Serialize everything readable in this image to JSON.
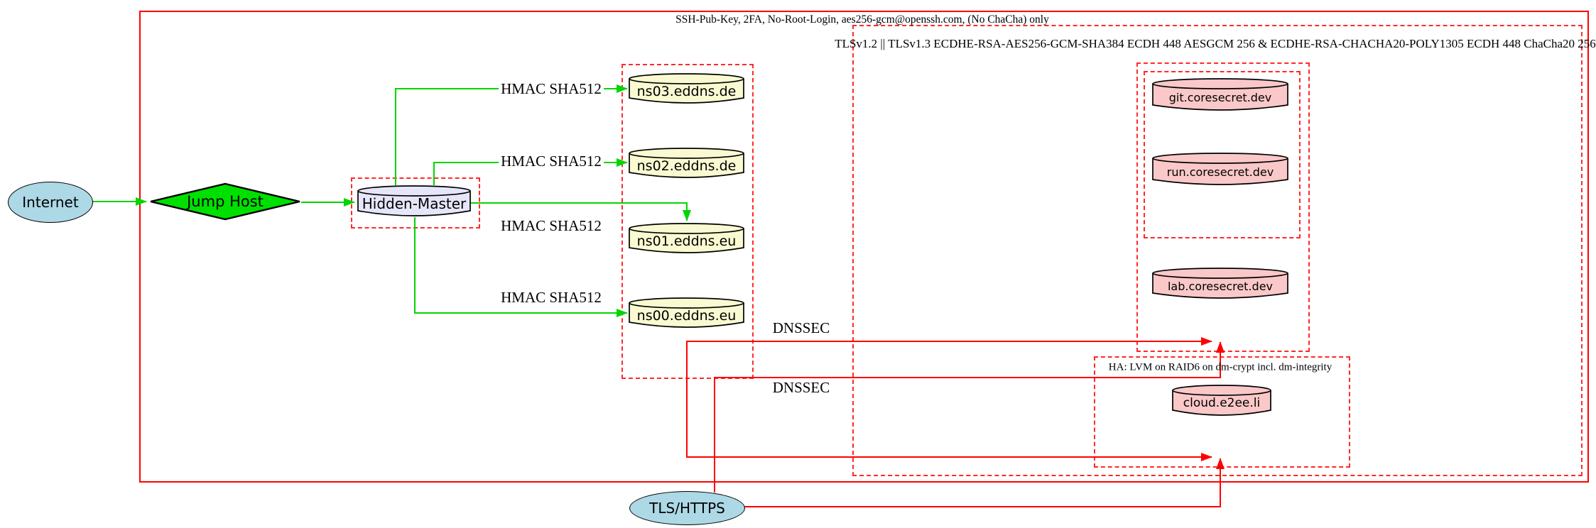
{
  "clusters": {
    "ssh": {
      "label": "SSH-Pub-Key, 2FA, No-Root-Login, aes256-gcm@openssh.com, (No ChaCha) only"
    },
    "tls": {
      "label": "TLSv1.2 || TLSv1.3 ECDHE-RSA-AES256-GCM-SHA384 ECDH 448 AESGCM 256 & ECDHE-RSA-CHACHA20-POLY1305 ECDH 448 ChaCha20 256"
    },
    "ha": {
      "label": "HA: LVM on RAID6 on dm-crypt incl. dm-integrity"
    }
  },
  "nodes": {
    "internet": {
      "label": "Internet",
      "shape": "ellipse",
      "fill": "#ADD8E6"
    },
    "jump_host": {
      "label": "Jump Host",
      "shape": "diamond",
      "fill": "#00E000"
    },
    "hidden_master": {
      "label": "Hidden-Master",
      "shape": "cylinder",
      "fill": "#E6E6FA"
    },
    "ns03": {
      "label": "ns03.eddns.de",
      "shape": "cylinder",
      "fill": "#FAFAD2"
    },
    "ns02": {
      "label": "ns02.eddns.de",
      "shape": "cylinder",
      "fill": "#FAFAD2"
    },
    "ns01": {
      "label": "ns01.eddns.eu",
      "shape": "cylinder",
      "fill": "#FAFAD2"
    },
    "ns00": {
      "label": "ns00.eddns.eu",
      "shape": "cylinder",
      "fill": "#FAFAD2"
    },
    "git": {
      "label": "git.coresecret.dev",
      "shape": "cylinder",
      "fill": "#FAC8C8"
    },
    "run": {
      "label": "run.coresecret.dev",
      "shape": "cylinder",
      "fill": "#FAC8C8"
    },
    "lab": {
      "label": "lab.coresecret.dev",
      "shape": "cylinder",
      "fill": "#FAC8C8"
    },
    "cloud": {
      "label": "cloud.e2ee.li",
      "shape": "cylinder",
      "fill": "#FAC8C8"
    },
    "tls_https": {
      "label": "TLS/HTTPS",
      "shape": "ellipse",
      "fill": "#ADD8E6"
    }
  },
  "edge_labels": {
    "hmac_ns03": "HMAC SHA512",
    "hmac_ns02": "HMAC SHA512",
    "hmac_ns01": "HMAC SHA512",
    "hmac_ns00": "HMAC SHA512",
    "dnssec_upper": "DNSSEC",
    "dnssec_lower": "DNSSEC"
  },
  "colors": {
    "edge_green": "#00D600",
    "edge_red": "#FF0000",
    "cluster_red_solid": "#FF0000",
    "cluster_red_dashed": "#FF2A2A",
    "node_stroke": "#000000"
  }
}
